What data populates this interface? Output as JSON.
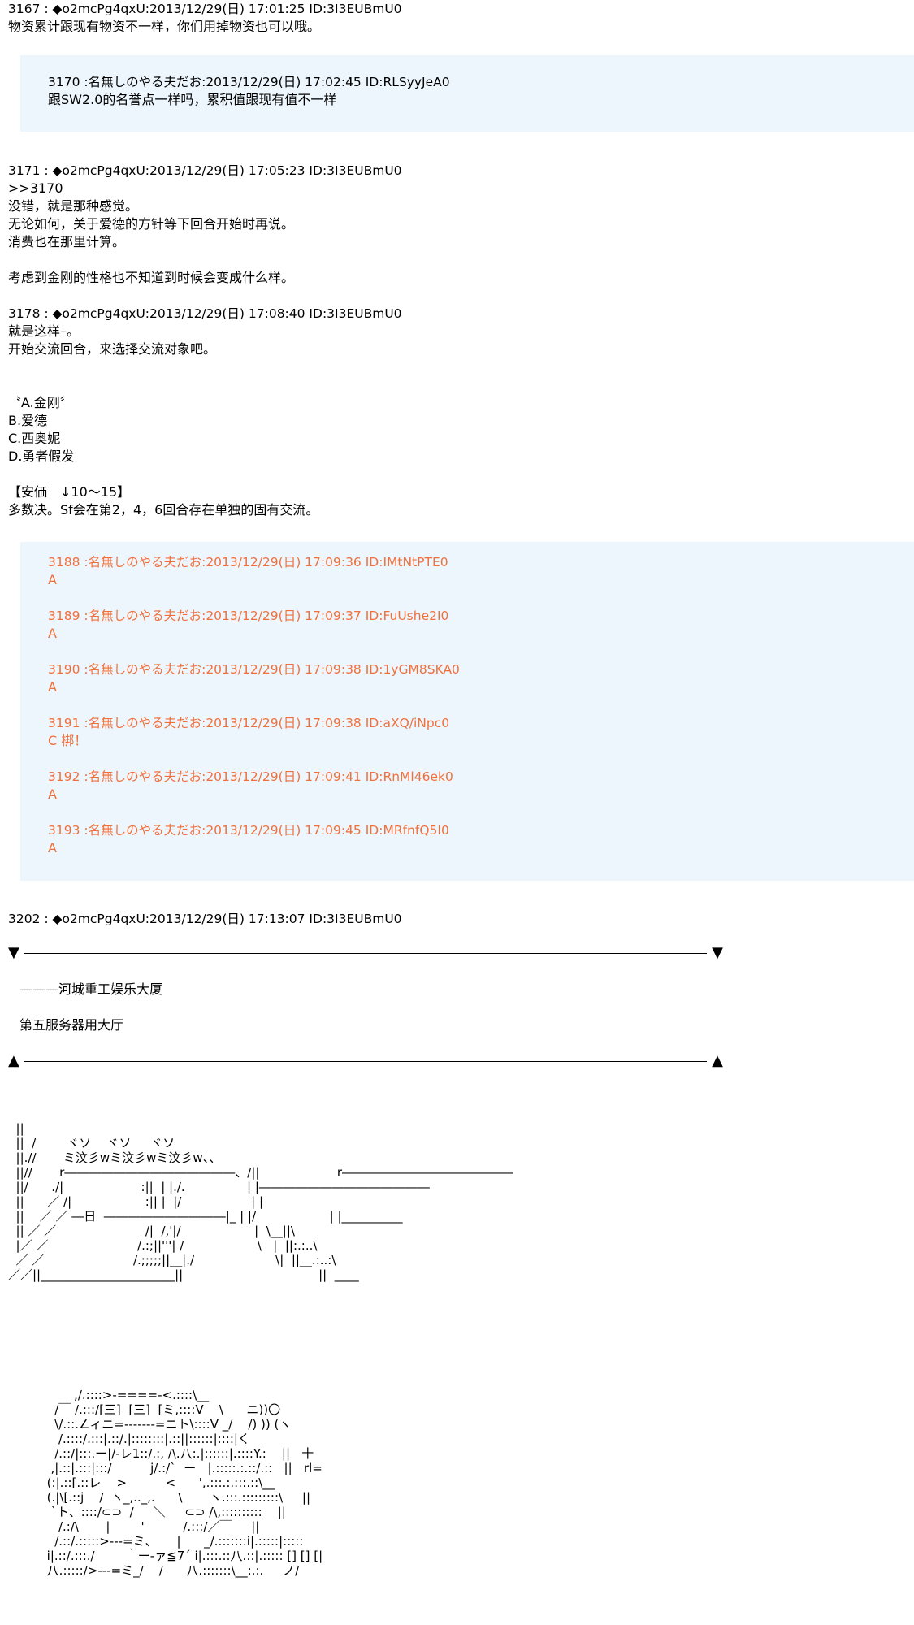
{
  "post1": {
    "header": "3167 : ◆o2mcPg4qxU:2013/12/29(日) 17:01:25 ID:3I3EUBmU0",
    "lines": [
      "物资累计跟现有物资不一样，你们用掉物资也可以哦。"
    ]
  },
  "quote1": {
    "header": "3170 :名無しのやる夫だお:2013/12/29(日) 17:02:45 ID:RLSyyJeA0",
    "body": "跟SW2.0的名誉点一样吗，累积值跟现有值不一样"
  },
  "post2": {
    "header": "3171 : ◆o2mcPg4qxU:2013/12/29(日) 17:05:23 ID:3I3EUBmU0",
    "lines": [
      ">>3170",
      "没错，就是那种感觉。",
      "无论如何，关于爱德的方针等下回合开始时再说。",
      "消费也在那里计算。",
      "",
      "考虑到金刚的性格也不知道到时候会变成什么样。"
    ]
  },
  "post3": {
    "header": "3178 : ◆o2mcPg4qxU:2013/12/29(日) 17:08:40 ID:3I3EUBmU0",
    "lines": [
      "就是这样–。",
      "开始交流回合，来选择交流对象吧。",
      "",
      "",
      "〝A.金刚〞",
      "B.爱德",
      "C.西奥妮",
      "D.勇者假发",
      "",
      "【安価　↓10～15】",
      "多数决。Sf会在第2，4，6回合存在单独的固有交流。"
    ]
  },
  "votes": [
    {
      "header": "3188 :名無しのやる夫だお:2013/12/29(日) 17:09:36 ID:IMtNtPTE0",
      "body": "A"
    },
    {
      "header": "3189 :名無しのやる夫だお:2013/12/29(日) 17:09:37 ID:FuUshe2I0",
      "body": "A"
    },
    {
      "header": "3190 :名無しのやる夫だお:2013/12/29(日) 17:09:38 ID:1yGM8SKA0",
      "body": "A"
    },
    {
      "header": "3191 :名無しのやる夫だお:2013/12/29(日) 17:09:38 ID:aXQ/iNpc0",
      "body": "C 梆！"
    },
    {
      "header": "3192 :名無しのやる夫だお:2013/12/29(日) 17:09:41 ID:RnMl46ek0",
      "body": "A"
    },
    {
      "header": "3193 :名無しのやる夫だお:2013/12/29(日) 17:09:45 ID:MRfnfQ5I0",
      "body": "A"
    }
  ],
  "post4": {
    "header": "3202 : ◆o2mcPg4qxU:2013/12/29(日) 17:13:07 ID:3I3EUBmU0",
    "scene_line1": "———河城重工娱乐大厦",
    "scene_line2": "第五服务器用大厅"
  },
  "ascii_art_1": "  ||\n  ||  /        ヾソ    ヾソ     ヾソ\n  ||.//       ミ汶彡wミ汶彡wミ汶彡w、、\n  ||//       r――――――――――――――、/||                    r――――――――――――――\n  ||/      ./|                    :||  | |./.                | |――――――――――――――\n  ||      ／ /|                   :|| |  |/                  | |\n  ||    ／ ／ ―日  ――――――――――|_ | |/                   | |__________\n  || ／ ／                       /|  /,'|/                   |  \\__||\\\n  |／ ／                       /.:;||'''| /                   \\   |  ||:.:..\\\n  ／ ／                       /.;;;;;||__|./                     \\|  ||__.:..:\\\n／／||______________________||                                   ||  ____",
  "ascii_art_2": "                 ,/.::::>-====-<.::::\\__\n            /￣ /.:::/[三]  [三]  [ミ,::::V    \\      ニ))〇\n            \\/.::.∠ィニ=-------=ニト\\::::V _/    /) )) (ヽ\n             /.::::/.:::|.::/.|::::::::|.::||::::::|::::|く\n            /.::/|:::.ー|/-レ1::/.:, /\\.八:.|::::::|.::::Y.:    ||   十\n           ,|.::|.:::|:::/          j/.:/`  ー   |.:::::.:.::/.::   ||   rl=\n          (:|.::[.::レ    >          <      ',.:::.:.:::.::\\__\n          (.|\\[.::j    /  ヽ_,.._,.      \\       ヽ.:::.:::::::::\\     ||\n           `ト、::::/⊂⊃  /     ＼     ⊂⊃ /\\,::::::::::    ||\n             /.:/\\       |        '          /.:::/／￣     ||\n            /.::/.:::::>---=ミ、     |      _/.:::::::i|.:::::|:::::\n          i|.::/.:::./        ｀ー-ァ≦7´ i|.:::.::八.::|.::::: [] [] [|\n          八.:::::/>---=ミ_/    /      八.:::::::\\__:.:.     ノ/"
}
